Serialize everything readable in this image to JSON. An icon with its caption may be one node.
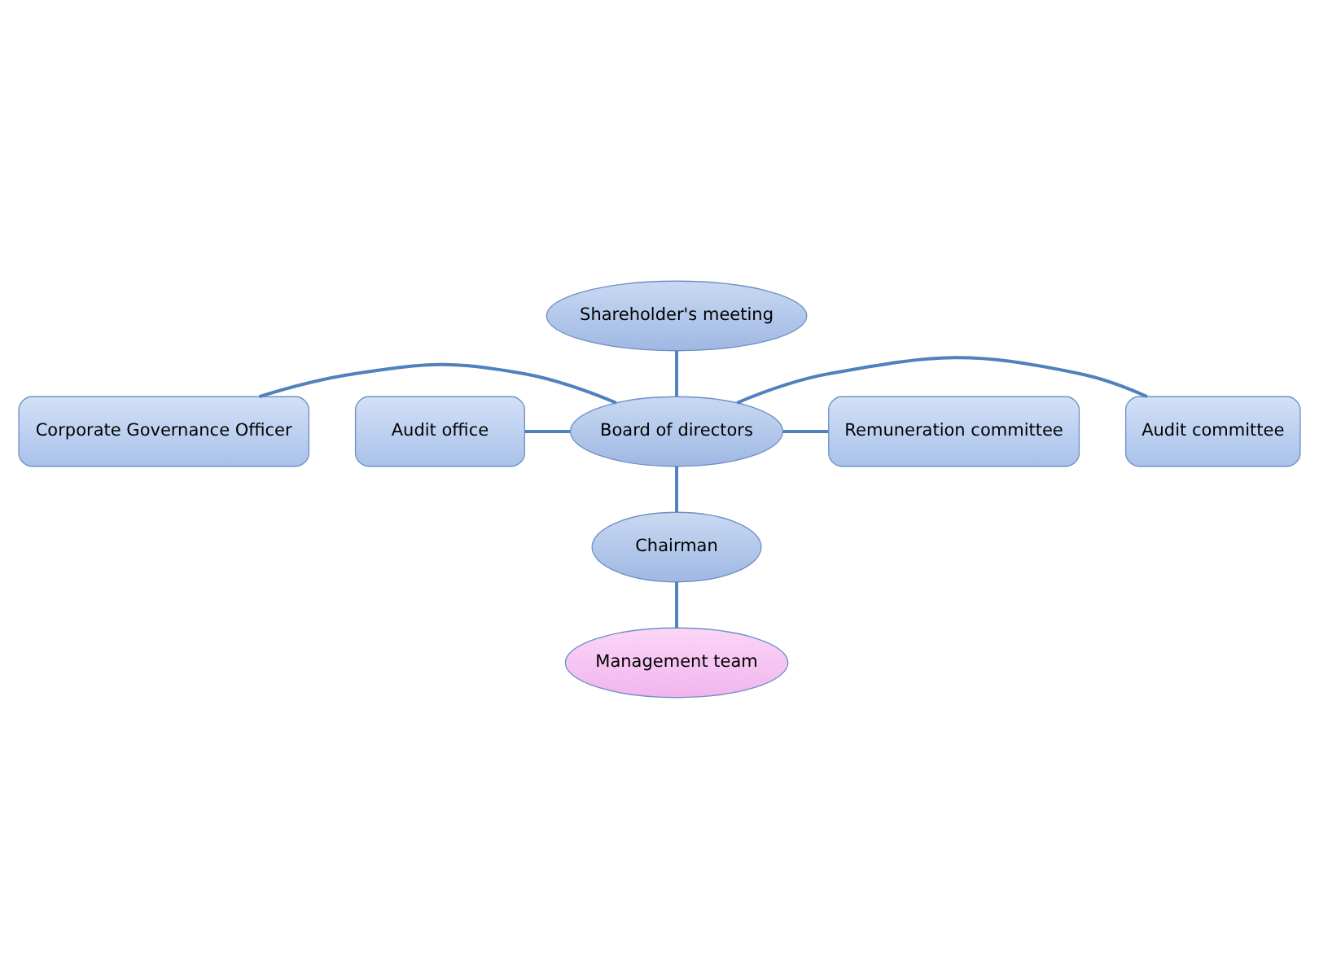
{
  "diagram": {
    "nodes": [
      {
        "text": [
          "Shareholder's meeting"
        ]
      },
      {
        "text": [
          "Corporate Governance Officer"
        ]
      },
      {
        "text": [
          "Audit committee"
        ]
      },
      {
        "text": [
          "Board of directors"
        ]
      },
      {
        "text": [
          "Audit office"
        ]
      },
      {
        "text": [
          "Remuneration committee"
        ]
      },
      {
        "text": [
          "Chairman"
        ]
      },
      {
        "text": [
          "Management team"
        ]
      }
    ],
    "edges": [
      {
        "from": 0,
        "to": 3,
        "arrow": "none"
      },
      {
        "from": 1,
        "to": 3,
        "arrow": "none"
      },
      {
        "from": 3,
        "to": 2,
        "arrow": "none"
      },
      {
        "from": 4,
        "to": 3,
        "arrow": "none"
      },
      {
        "from": 3,
        "to": 5,
        "arrow": "none"
      },
      {
        "from": 3,
        "to": 6,
        "arrow": "none"
      },
      {
        "from": 6,
        "to": 7,
        "arrow": "none"
      }
    ]
  }
}
